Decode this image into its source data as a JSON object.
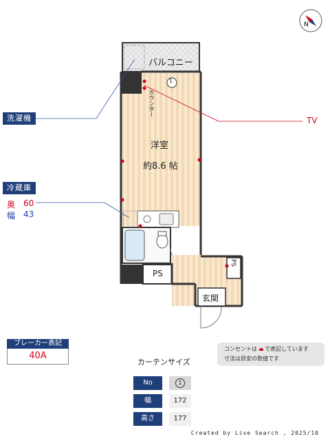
{
  "compass": {
    "letter": "N"
  },
  "rooms": {
    "balcony": "バルコニー",
    "counter": "カウンター",
    "main_room": "洋室",
    "main_room_size": "約8.6 帖",
    "ps_left": "PS",
    "ps_right": "PS",
    "entrance": "玄関",
    "window_no": "1"
  },
  "labels": {
    "washer": "洗濯機",
    "fridge": "冷蔵庫",
    "fridge_depth_label": "奥",
    "fridge_depth_value": "60",
    "fridge_width_label": "幅",
    "fridge_width_value": "43",
    "tv": "TV"
  },
  "breaker": {
    "title": "ブレーカー表記",
    "value": "40A"
  },
  "notes": {
    "line1_a": "コンセントは",
    "line1_b": "で表記しています",
    "line2": "寸法は目安の数値です"
  },
  "curtain": {
    "title": "カーテンサイズ",
    "no_label": "No",
    "no_value": "1",
    "width_label": "幅",
    "width_value": "172",
    "height_label": "高さ",
    "height_value": "177"
  },
  "footer": "Created by Live Search , 2025/10",
  "colors": {
    "navy": "#1f3f7a",
    "outlet_red": "#d0021b",
    "floor_stripe_a": "#f3d9b4",
    "floor_stripe_b": "#f8e9d0",
    "wall": "#333333"
  }
}
